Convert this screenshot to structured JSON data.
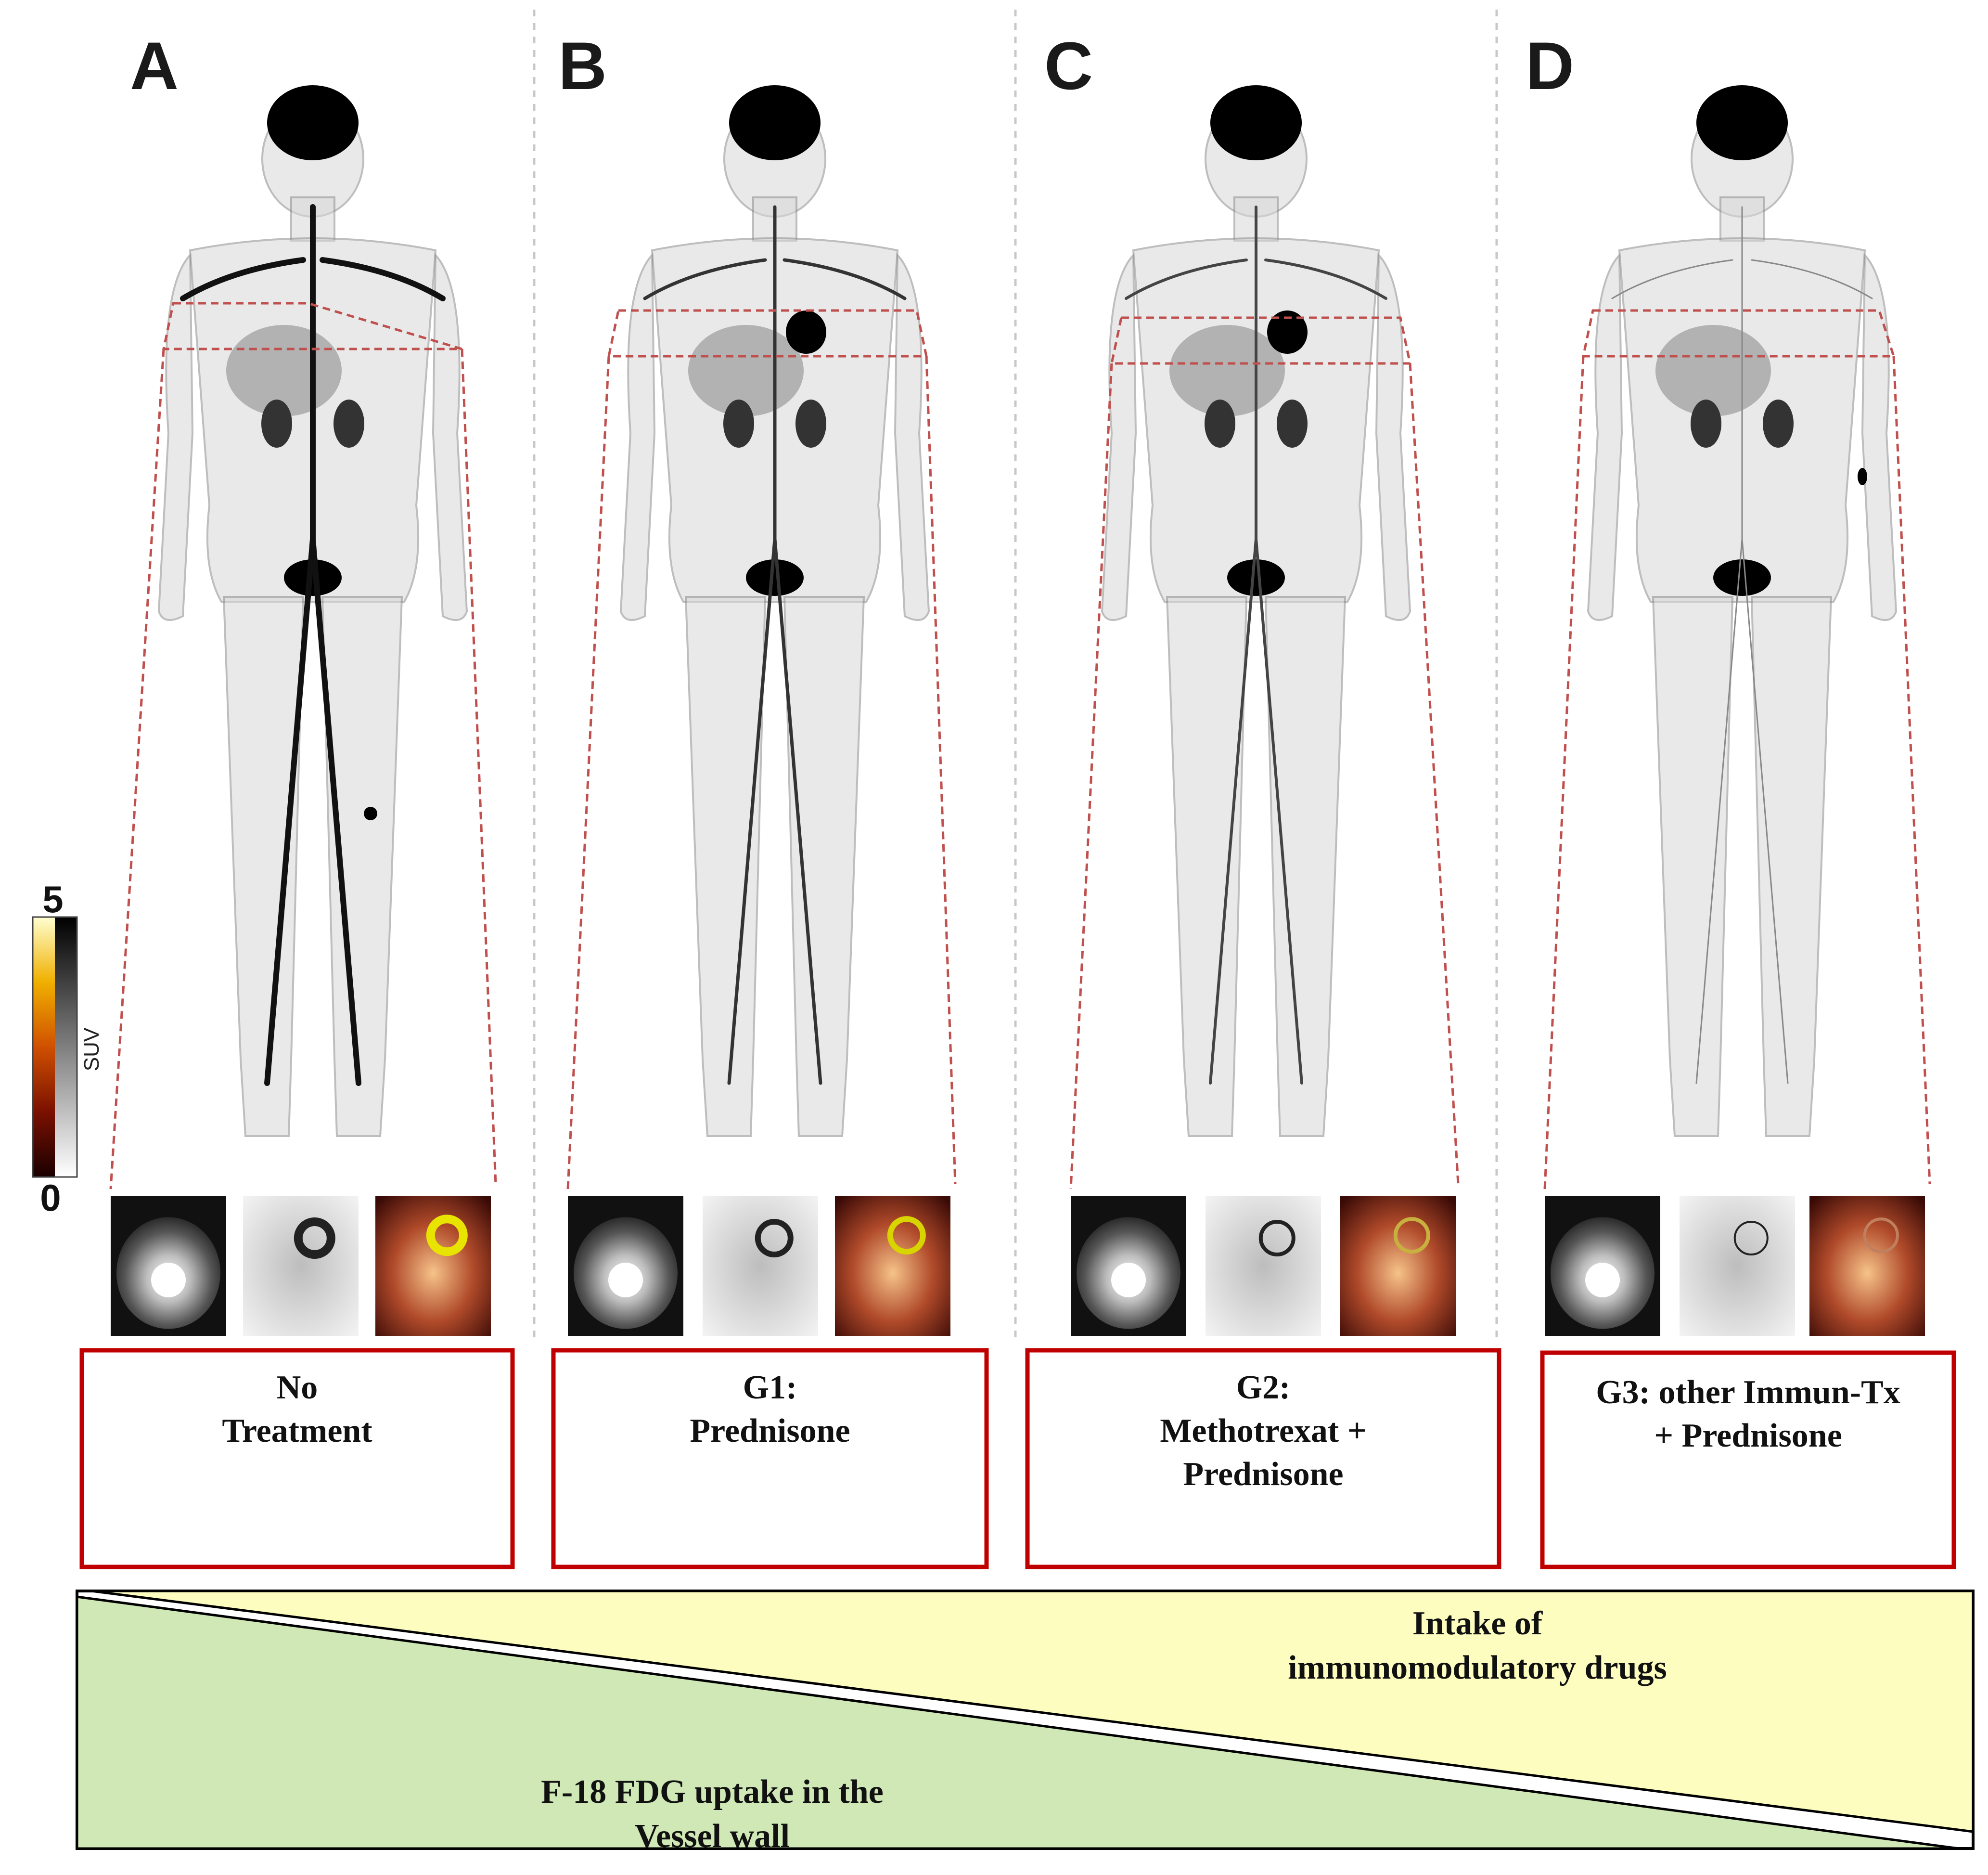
{
  "panels": [
    {
      "letter": "A",
      "label_lines": [
        "No",
        "Treatment"
      ],
      "hotspots": [
        {
          "kind": "dark"
        }
      ]
    },
    {
      "letter": "B",
      "label_lines": [
        "G1:",
        "Prednisone"
      ],
      "hotspots": []
    },
    {
      "letter": "C",
      "label_lines": [
        "G2:",
        "Methotrexat +",
        "Prednisone"
      ],
      "hotspots": []
    },
    {
      "letter": "D",
      "label_lines": [
        "G3: other Immun-Tx",
        "+ Prednisone"
      ],
      "hotspots": [
        {
          "kind": "arm"
        }
      ]
    }
  ],
  "colorbar": {
    "max_label": "5",
    "min_label": "0",
    "unit_label": "SUV"
  },
  "wedge": {
    "upper_lines": [
      "Intake of",
      "immunomodulatory drugs"
    ],
    "lower_lines": [
      "F-18 FDG uptake in the",
      "Vessel wall"
    ],
    "upper_color": "#fdfdc0",
    "lower_color": "#cfe8b5"
  },
  "colors": {
    "frame_red": "#c00000",
    "dash_red": "#c0504d",
    "body_gray": "#d8d8d8",
    "organ_dark": "#000000"
  }
}
